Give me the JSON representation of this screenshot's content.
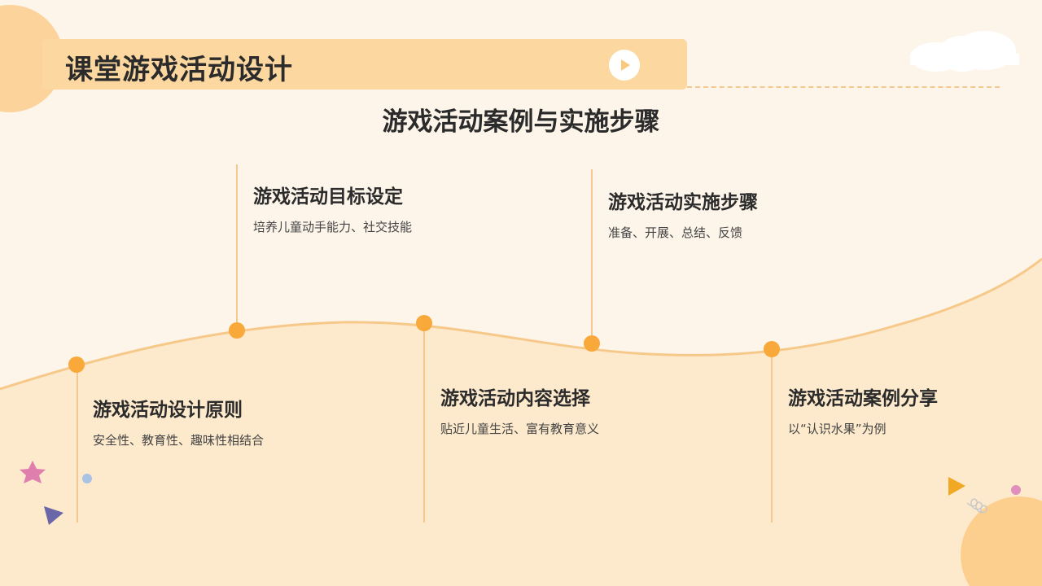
{
  "header": {
    "title": "课堂游戏活动设计"
  },
  "subtitle": "游戏活动案例与实施步骤",
  "timeline": [
    {
      "title": "游戏活动设计原则",
      "desc": "安全性、教育性、趣味性相结合"
    },
    {
      "title": "游戏活动目标设定",
      "desc": "培养儿童动手能力、社交技能"
    },
    {
      "title": "游戏活动内容选择",
      "desc": "贴近儿童生活、富有教育意义"
    },
    {
      "title": "游戏活动实施步骤",
      "desc": "准备、开展、总结、反馈"
    },
    {
      "title": "游戏活动案例分享",
      "desc": "以“认识水果”为例"
    }
  ],
  "colors": {
    "accent": "#f9a83a",
    "title_bar": "#fcd8a0",
    "background": "#fdf5ea"
  },
  "icons": [
    "play-icon",
    "cloud-icon",
    "star-icon",
    "triangle-icon",
    "circle-icon"
  ]
}
